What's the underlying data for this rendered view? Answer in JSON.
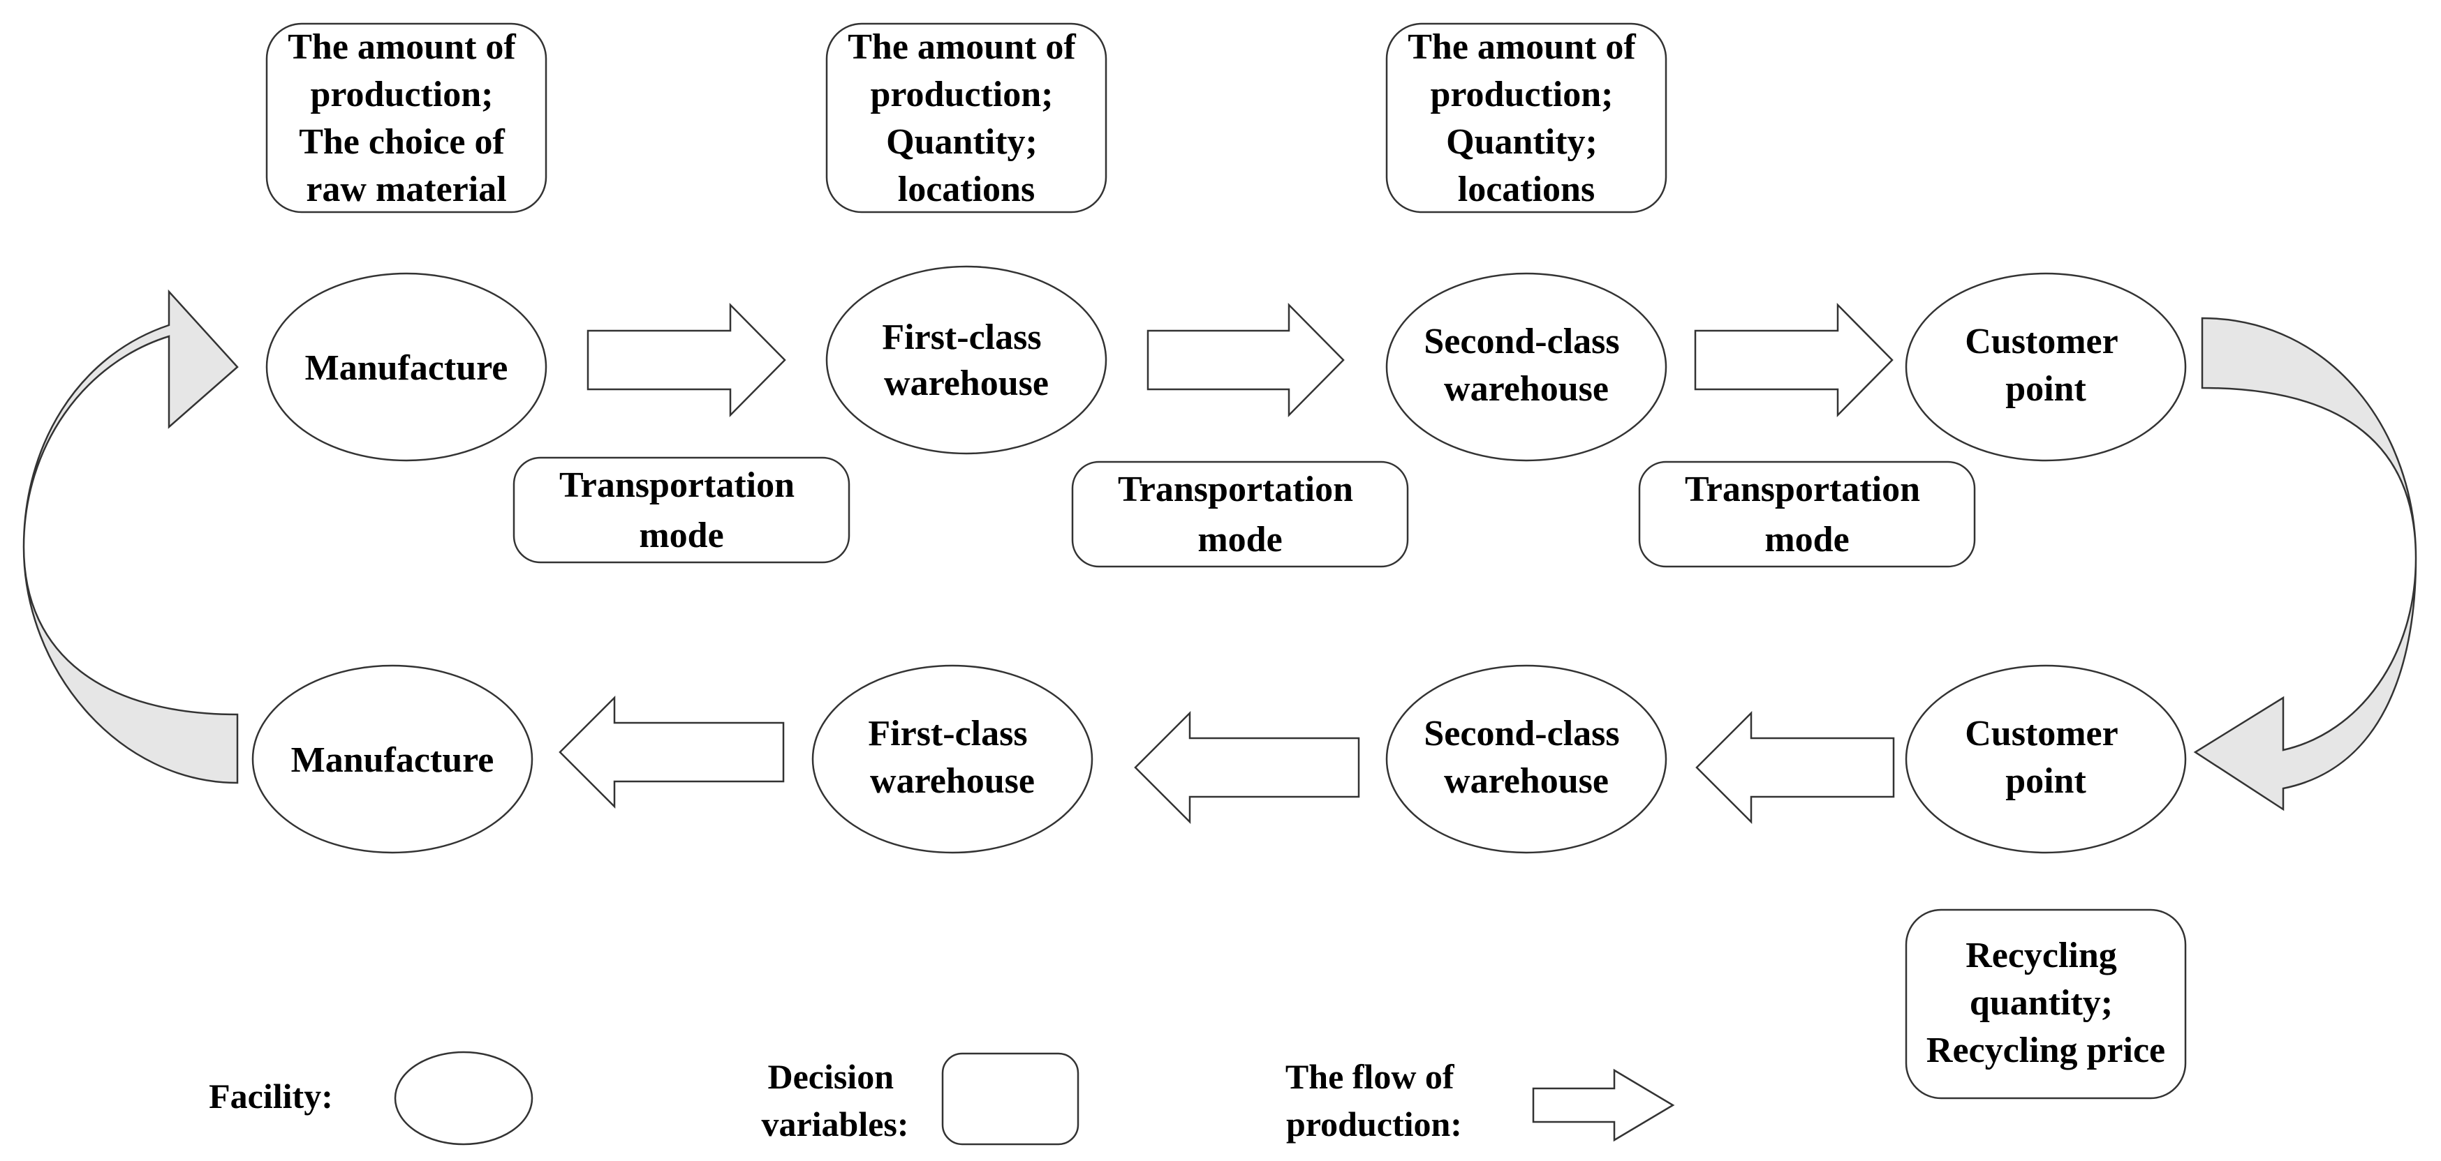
{
  "top_decisions": [
    [
      "The amount of",
      "production;",
      "The choice of",
      "raw material"
    ],
    [
      "The amount of",
      "production;",
      "Quantity;",
      "locations"
    ],
    [
      "The amount of",
      "production;",
      "Quantity;",
      "locations"
    ]
  ],
  "forward_facilities": [
    [
      "Manufacture"
    ],
    [
      "First-class",
      "warehouse"
    ],
    [
      "Second-class",
      "warehouse"
    ],
    [
      "Customer",
      "point"
    ]
  ],
  "transport_decisions": [
    [
      "Transportation",
      "mode"
    ],
    [
      "Transportation",
      "mode"
    ],
    [
      "Transportation",
      "mode"
    ]
  ],
  "reverse_facilities": [
    [
      "Manufacture"
    ],
    [
      "First-class",
      "warehouse"
    ],
    [
      "Second-class",
      "warehouse"
    ],
    [
      "Customer",
      "point"
    ]
  ],
  "recycling_decision": [
    "Recycling",
    "quantity;",
    "Recycling price"
  ],
  "legend": {
    "facility": "Facility:",
    "decision": [
      "Decision",
      "variables:"
    ],
    "flow": [
      "The flow of",
      "production:"
    ]
  },
  "colors": {
    "stroke": "#333333",
    "return_arrow_fill": "#e6e6e6",
    "shape_fill": "#ffffff"
  }
}
